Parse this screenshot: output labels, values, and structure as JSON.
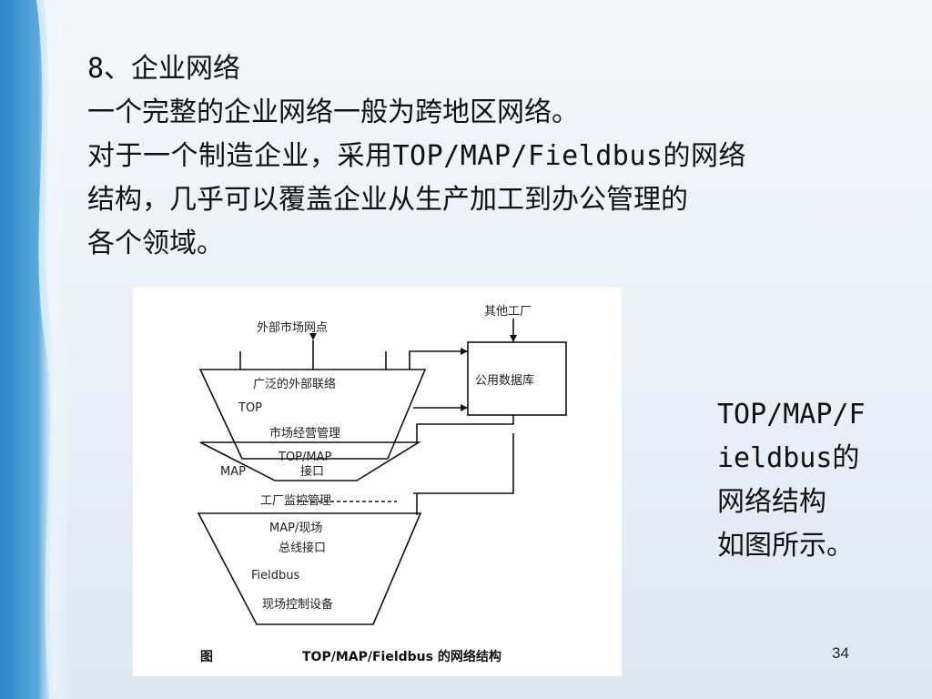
{
  "slide": {
    "heading": "8、企业网络",
    "line1": "一个完整的企业网络一般为跨地区网络。",
    "para_l1": "对于一个制造企业，采用TOP/MAP/Fieldbus的网络",
    "para_l2": "结构，几乎可以覆盖企业从生产加工到办公管理的",
    "para_l3": "各个领域。",
    "side_l1": "TOP/MAP/F",
    "side_l2": "ieldbus的",
    "side_l3": "网络结构",
    "side_l4": "如图所示。",
    "page_number": "34"
  },
  "figure": {
    "external_node": "外部市场网点",
    "other_factory": "其他工厂",
    "public_db": "公用数据库",
    "top_wide": "广泛的外部联络",
    "top_label": "TOP",
    "market_mgmt": "市场经营管理",
    "top_map_iface_1": "TOP/MAP",
    "top_map_iface_2": "接口",
    "map_label": "MAP",
    "factory_monitor": "工厂监控管理",
    "map_field_iface_1": "MAP/现场",
    "map_field_iface_2": "总线接口",
    "fieldbus_label": "Fieldbus",
    "field_devices": "现场控制设备",
    "caption_prefix": "图",
    "caption": "TOP/MAP/Fieldbus 的网络结构"
  },
  "colors": {
    "left_band_dark": "#2f88c9",
    "left_band_light": "#9cc9ea",
    "background": "#eef4fa"
  }
}
